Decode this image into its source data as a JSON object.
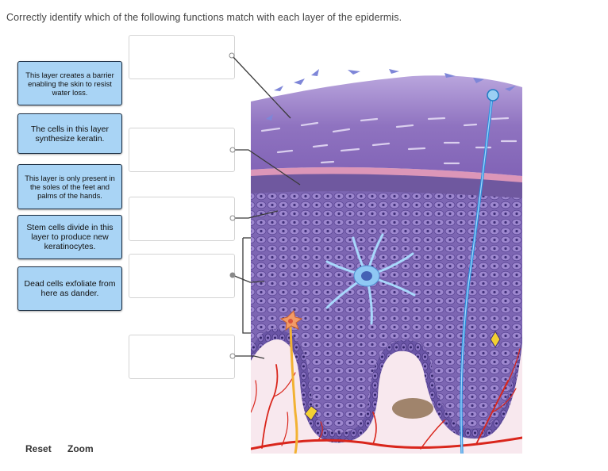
{
  "instruction": "Correctly identify which of the following functions match with each layer of the epidermis.",
  "terms": [
    {
      "label": "This layer creates a barrier enabling the skin to resist water loss."
    },
    {
      "label": "The cells in this layer synthesize keratin."
    },
    {
      "label": "This layer is only present in the soles of the feet and palms of the hands."
    },
    {
      "label": "Stem cells divide in this layer to produce new keratinocytes."
    },
    {
      "label": "Dead cells exfoliate from here as dander."
    }
  ],
  "drop_targets": [
    {
      "value": ""
    },
    {
      "value": ""
    },
    {
      "value": ""
    },
    {
      "value": ""
    },
    {
      "value": ""
    }
  ],
  "footer": {
    "reset_label": "Reset",
    "zoom_label": "Zoom"
  },
  "colors": {
    "term_fill": "#a9d4f5",
    "stratum_corneum": "#8e72bd",
    "cell_layers": "#7f68b5",
    "dermis": "#f6e4ea",
    "blood_vessel": "#d9261c",
    "nerve": "#f2b233",
    "sensory_nerve": "#2b8fdd"
  }
}
